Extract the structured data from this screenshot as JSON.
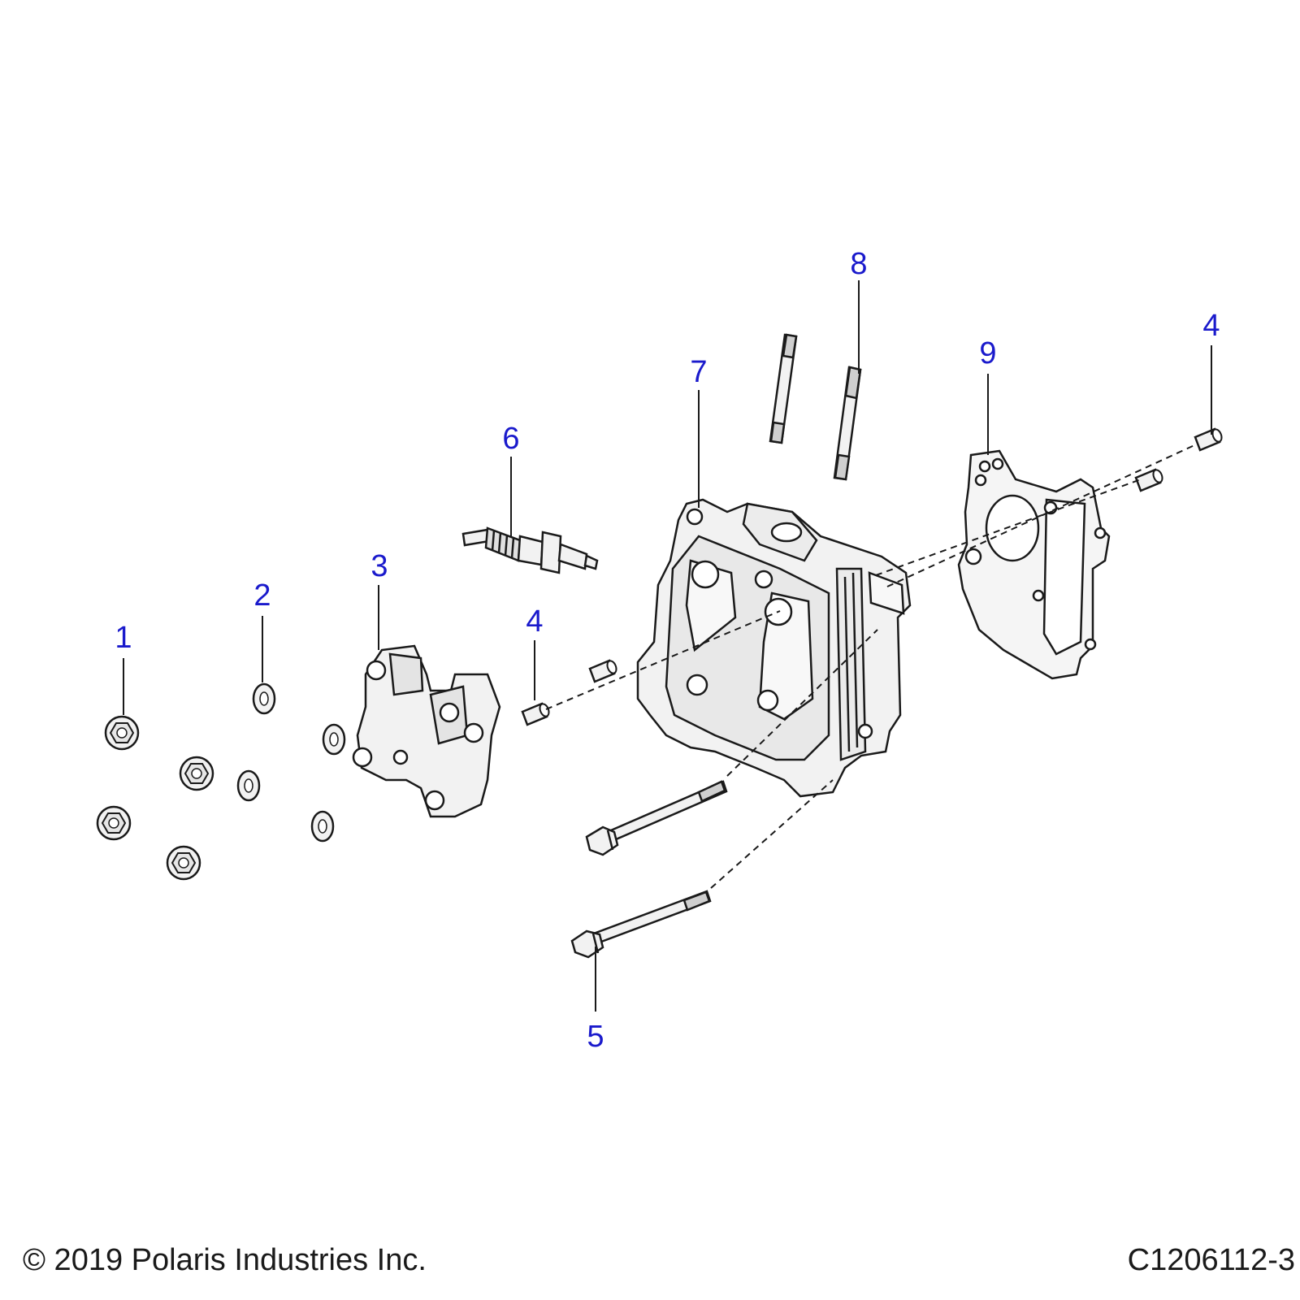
{
  "diagram": {
    "callouts": [
      {
        "id": "c1",
        "label": "1"
      },
      {
        "id": "c2",
        "label": "2"
      },
      {
        "id": "c3",
        "label": "3"
      },
      {
        "id": "c4a",
        "label": "4"
      },
      {
        "id": "c4b",
        "label": "4"
      },
      {
        "id": "c5",
        "label": "5"
      },
      {
        "id": "c6",
        "label": "6"
      },
      {
        "id": "c7",
        "label": "7"
      },
      {
        "id": "c8",
        "label": "8"
      },
      {
        "id": "c9",
        "label": "9"
      }
    ],
    "callout_color": "#1a1acc",
    "line_color": "#1a1a1a",
    "part_fill": "#f2f2f2"
  },
  "footer": {
    "copyright": "© 2019 Polaris Industries Inc.",
    "drawing_number": "C1206112-3"
  }
}
